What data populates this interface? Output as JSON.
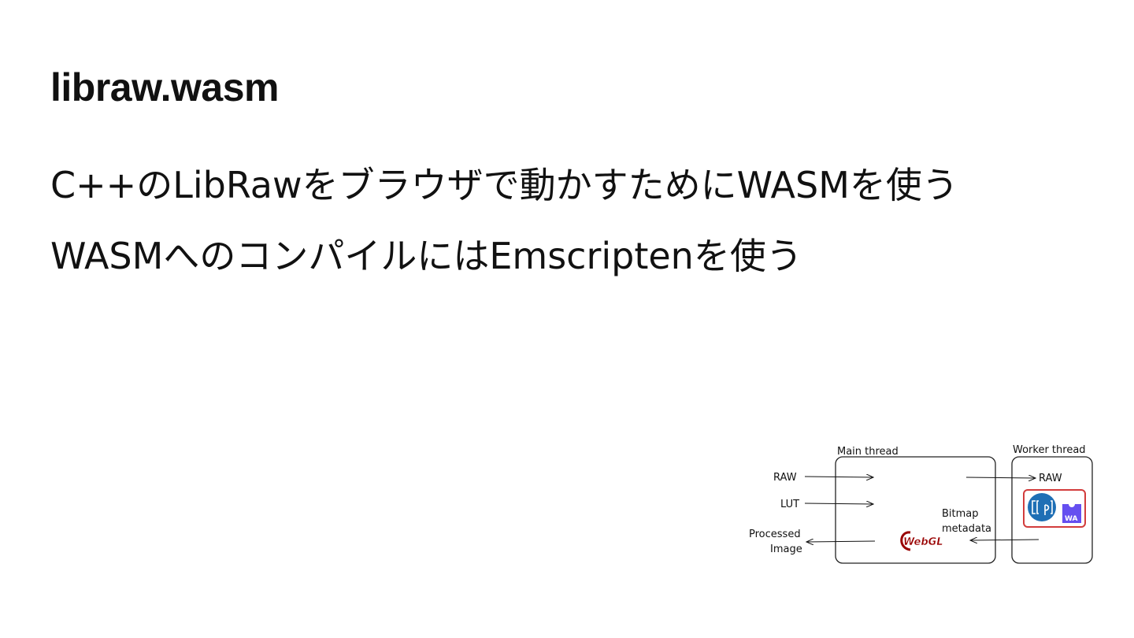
{
  "slide": {
    "title": "libraw.wasm",
    "bullets": [
      "C++のLibRawをブラウザで動かすためにWASMを使う",
      "WASMへのコンパイルにはEmscriptenを使う"
    ]
  },
  "diagram": {
    "main_thread_label": "Main thread",
    "worker_thread_label": "Worker thread",
    "inputs": [
      "RAW",
      "LUT"
    ],
    "output_line1": "Processed",
    "output_line2": "Image",
    "worker_raw": "RAW",
    "bitmap_line1": "Bitmap",
    "bitmap_line2": "metadata",
    "webgl_logo_text": "WebGL",
    "wasm_logo_text": "WA",
    "icons": [
      "emscripten-logo-icon",
      "webassembly-logo-icon",
      "webgl-logo-icon"
    ],
    "colors": {
      "emscripten_blue": "#1f6fb5",
      "wasm_purple": "#654ff0",
      "webgl_red": "#990000",
      "highlight_red": "#d23c3c"
    }
  }
}
